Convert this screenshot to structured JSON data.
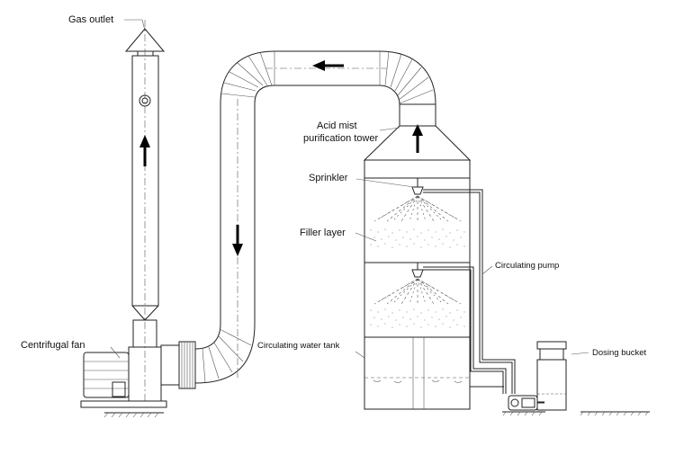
{
  "labels": {
    "gas_outlet": "Gas outlet",
    "acid_mist_line1": "Acid mist",
    "acid_mist_line2": "purification tower",
    "sprinkler": "Sprinkler",
    "filler_layer": "Filler layer",
    "circulating_pump": "Circulating pump",
    "centrifugal_fan": "Centrifugal fan",
    "circulating_water_tank": "Circulating water tank",
    "dosing_bucket": "Dosing bucket"
  },
  "colors": {
    "line": "#222222",
    "arrow": "#000000",
    "background": "#ffffff"
  },
  "flow_arrows": [
    "up",
    "left",
    "down",
    "up"
  ]
}
